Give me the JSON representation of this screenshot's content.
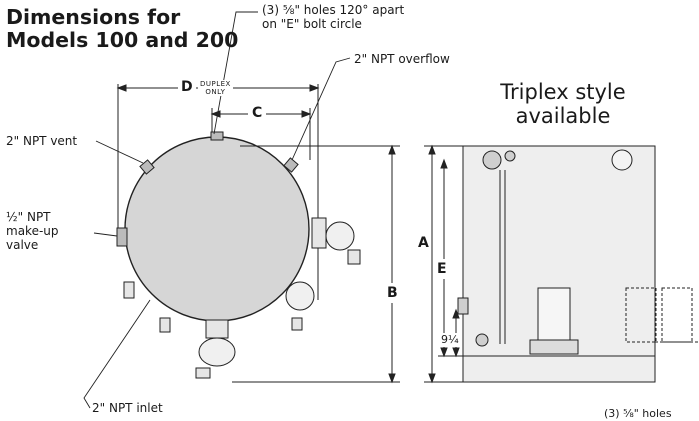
{
  "title_line1": "Dimensions for",
  "title_line2": "Models 100 and 200",
  "callouts": {
    "holes_line1": "(3) ⅝\" holes 120° apart",
    "holes_line2": "on \"E\" bolt circle",
    "overflow": "2\" NPT overflow",
    "vent": "2\" NPT vent",
    "makeup_line1": "½\" NPT",
    "makeup_line2": "make-up",
    "makeup_line3": "valve",
    "inlet": "2\" NPT inlet",
    "bottom_right": "(3) ⅝\" holes"
  },
  "dimensions": {
    "d": "D",
    "duplex_line1": "DUPLEX",
    "duplex_line2": "ONLY",
    "c": "C",
    "b": "B",
    "a": "A",
    "e": "E",
    "nine_quarter": "9¼"
  },
  "note_line1": "Triplex style",
  "note_line2": "available"
}
